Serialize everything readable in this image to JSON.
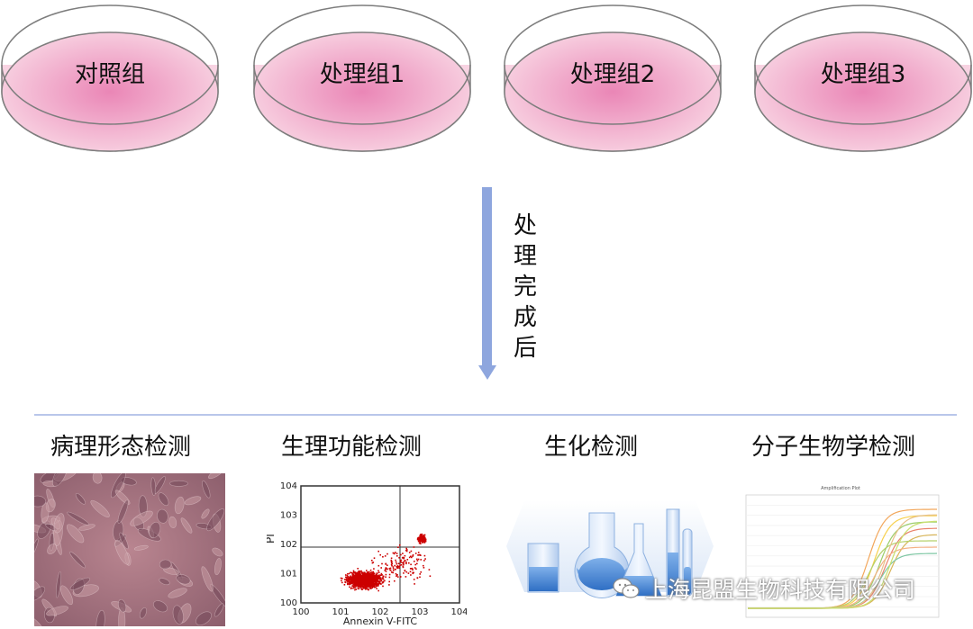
{
  "dishes": [
    {
      "label": "对照组"
    },
    {
      "label": "处理组1"
    },
    {
      "label": "处理组2"
    },
    {
      "label": "处理组3"
    }
  ],
  "arrow": {
    "chars": [
      "处",
      "理",
      "完",
      "成",
      "后"
    ]
  },
  "methods": [
    {
      "label": "病理形态检测"
    },
    {
      "label": "生理功能检测"
    },
    {
      "label": "生化检测"
    },
    {
      "label": "分子生物学检测"
    }
  ],
  "flow": {
    "ylabel": "PI",
    "xlabel": "Annexin V-FITC",
    "ticks": [
      "0",
      "1",
      "2",
      "3",
      "4"
    ]
  },
  "amp_title": "Amplification Plot",
  "watermark": {
    "text": "上海昆盟生物科技有限公司",
    "icon": "wechat-icon"
  },
  "colors": {
    "dish_fill": "#f4b5cf",
    "arrow": "#8ea6de",
    "divider": "#b9c6ea",
    "flow_dots": "#cc0000"
  }
}
